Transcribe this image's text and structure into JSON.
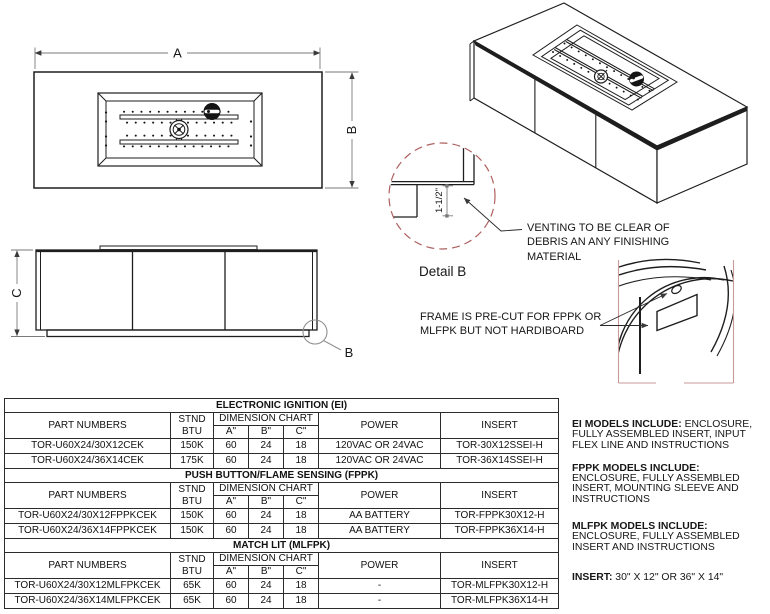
{
  "labels": {
    "dim_a": "A",
    "dim_b": "B",
    "dim_c": "C",
    "detail_ref": "B",
    "detail_title": "Detail B",
    "vent_gap": "1-1/2\"",
    "vent_note": "VENTING TO BE CLEAR OF DEBRIS AN ANY FINISHING MATERIAL",
    "frame_note": "FRAME IS PRE-CUT FOR FPPK OR MLFPK BUT NOT HARDIBOARD"
  },
  "table_columns": {
    "part": "PART NUMBERS",
    "btu_line1": "STND",
    "btu_line2": "BTU",
    "dim_chart": "DIMENSION CHART",
    "a": "A\"",
    "b": "B\"",
    "c": "C\"",
    "power": "POWER",
    "insert": "INSERT"
  },
  "sections": [
    {
      "title": "ELECTRONIC IGNITION (EI)",
      "rows": [
        {
          "part": "TOR-U60X24/30X12CEK",
          "btu": "150K",
          "a": "60",
          "b": "24",
          "c": "18",
          "power": "120VAC OR 24VAC",
          "insert": "TOR-30X12SSEI-H"
        },
        {
          "part": "TOR-U60X24/36X14CEK",
          "btu": "175K",
          "a": "60",
          "b": "24",
          "c": "18",
          "power": "120VAC OR 24VAC",
          "insert": "TOR-36X14SSEI-H"
        }
      ]
    },
    {
      "title": "PUSH BUTTON/FLAME SENSING (FPPK)",
      "rows": [
        {
          "part": "TOR-U60X24/30X12FPPKCEK",
          "btu": "150K",
          "a": "60",
          "b": "24",
          "c": "18",
          "power": "AA BATTERY",
          "insert": "TOR-FPPK30X12-H"
        },
        {
          "part": "TOR-U60X24/36X14FPPKCEK",
          "btu": "150K",
          "a": "60",
          "b": "24",
          "c": "18",
          "power": "AA BATTERY",
          "insert": "TOR-FPPK36X14-H"
        }
      ]
    },
    {
      "title": "MATCH LIT (MLFPK)",
      "rows": [
        {
          "part": "TOR-U60X24/30X12MLFPKCEK",
          "btu": "65K",
          "a": "60",
          "b": "24",
          "c": "18",
          "power": "-",
          "insert": "TOR-MLFPK30X12-H"
        },
        {
          "part": "TOR-U60X24/36X14MLFPKCEK",
          "btu": "65K",
          "a": "60",
          "b": "24",
          "c": "18",
          "power": "-",
          "insert": "TOR-MLFPK36X14-H"
        }
      ]
    }
  ],
  "notes": [
    {
      "head": "EI MODELS INCLUDE:",
      "body": " ENCLOSURE, FULLY ASSEMBLED INSERT, INPUT FLEX LINE AND INSTRUCTIONS"
    },
    {
      "head": "FPPK MODELS INCLUDE:",
      "body": "ENCLOSURE, FULLY ASSEMBLED INSERT, MOUNTING SLEEVE AND INSTRUCTIONS"
    },
    {
      "head": "MLFPK MODELS INCLUDE:",
      "body": "ENCLOSURE, FULLY ASSEMBLED INSERT AND INSTRUCTIONS"
    },
    {
      "head": "INSERT:",
      "body": " 30\" X 12\" OR 36\" X 14\""
    }
  ],
  "colors": {
    "line": "#1e1e1e",
    "dim_line": "#7a7a7a",
    "detail_red": "#ad605e",
    "crop_pink": "#c99a99"
  }
}
